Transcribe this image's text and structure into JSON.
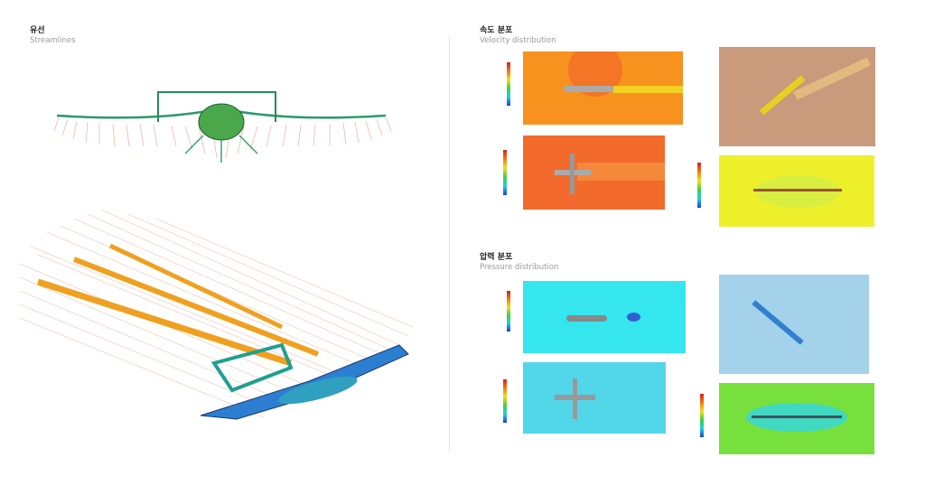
{
  "streamlines": {
    "title_ko": "유선",
    "title_en": "Streamlines"
  },
  "velocity": {
    "title_ko": "속도 분포",
    "title_en": "Velocity distribution",
    "colors": {
      "panel1": "#f7921f",
      "panel2": "#c99a7c",
      "panel3": "#f26a2c",
      "panel4": "#eef02c"
    }
  },
  "pressure": {
    "title_ko": "압력 분포",
    "title_en": "Pressure distribution",
    "colors": {
      "panel1": "#35e6ee",
      "panel2": "#a3d2ea",
      "panel3": "#52d6ea",
      "panel4": "#78e03c"
    }
  }
}
